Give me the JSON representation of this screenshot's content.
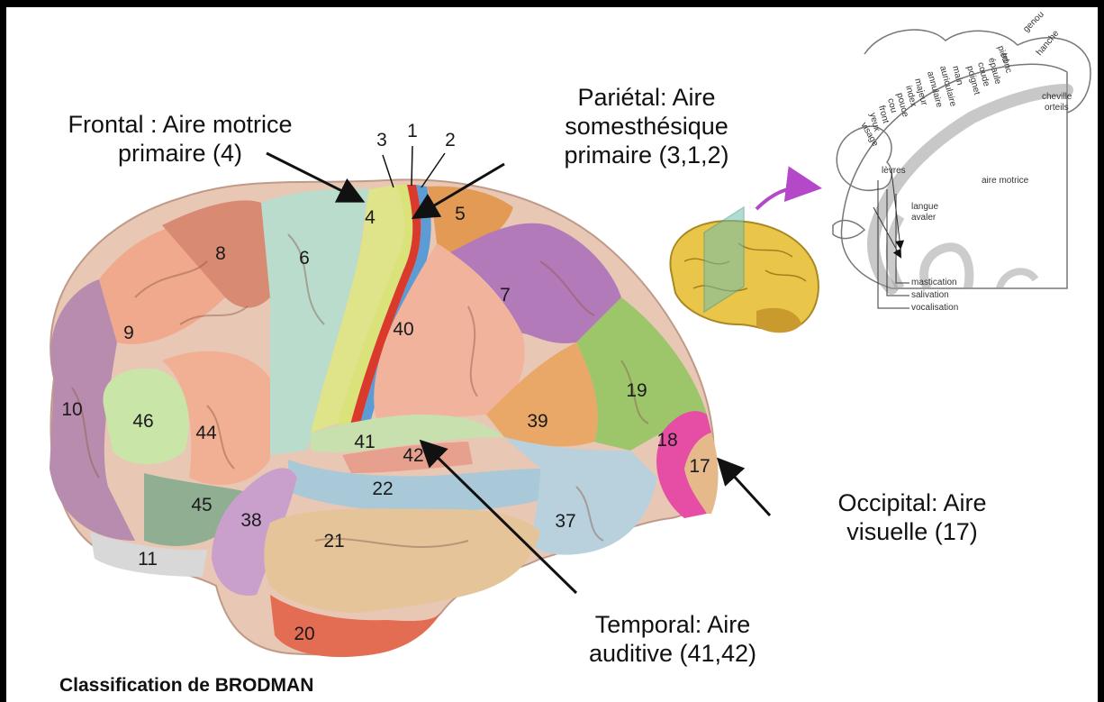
{
  "labels": {
    "frontal_line1": "Frontal : Aire motrice",
    "frontal_line2": "primaire (4)",
    "parietal_line1": "Pariétal: Aire",
    "parietal_line2": "somesthésique",
    "parietal_line3": "primaire (3,1,2)",
    "occipital_line1": "Occipital: Aire",
    "occipital_line2": "visuelle (17)",
    "temporal_line1": "Temporal: Aire",
    "temporal_line2": "auditive (41,42)"
  },
  "caption": "Classification de BRODMAN",
  "areas": [
    {
      "id": "3",
      "color": "#d9e37a"
    },
    {
      "id": "1",
      "color": "#d93a2b"
    },
    {
      "id": "2",
      "color": "#5c9bd3"
    },
    {
      "id": "4",
      "color": "#dfe48a"
    },
    {
      "id": "5",
      "color": "#e39a55"
    },
    {
      "id": "6",
      "color": "#b9dccd"
    },
    {
      "id": "7",
      "color": "#b27ab8"
    },
    {
      "id": "8",
      "color": "#d98a72"
    },
    {
      "id": "9",
      "color": "#f0a98d"
    },
    {
      "id": "10",
      "color": "#b88cae"
    },
    {
      "id": "11",
      "color": "#d8d8d8"
    },
    {
      "id": "17",
      "color": "#e6b98b"
    },
    {
      "id": "18",
      "color": "#e64ea5"
    },
    {
      "id": "19",
      "color": "#9dc66b"
    },
    {
      "id": "20",
      "color": "#e36d52"
    },
    {
      "id": "21",
      "color": "#e5c49a"
    },
    {
      "id": "22",
      "color": "#a9c9d8"
    },
    {
      "id": "37",
      "color": "#b8d1dd"
    },
    {
      "id": "38",
      "color": "#c9a0cc"
    },
    {
      "id": "39",
      "color": "#e9a768"
    },
    {
      "id": "40",
      "color": "#f2b39d"
    },
    {
      "id": "41",
      "color": "#c8dfae"
    },
    {
      "id": "42",
      "color": "#e8a08e"
    },
    {
      "id": "44",
      "color": "#f1b093"
    },
    {
      "id": "45",
      "color": "#8fae92"
    },
    {
      "id": "46",
      "color": "#c9e6a8"
    }
  ],
  "homunculus": {
    "body_parts": [
      "pied",
      "genou",
      "hanche",
      "tronc",
      "épaule",
      "coude",
      "poignet",
      "main",
      "auriculaire",
      "annulaire",
      "majeur",
      "index",
      "pouce",
      "cou",
      "front",
      "yeux",
      "visage",
      "lèvres",
      "langue",
      "avaler",
      "cheville",
      "orteils"
    ],
    "area_label": "aire motrice",
    "functions": [
      "mastication",
      "salivation",
      "vocalisation"
    ]
  }
}
